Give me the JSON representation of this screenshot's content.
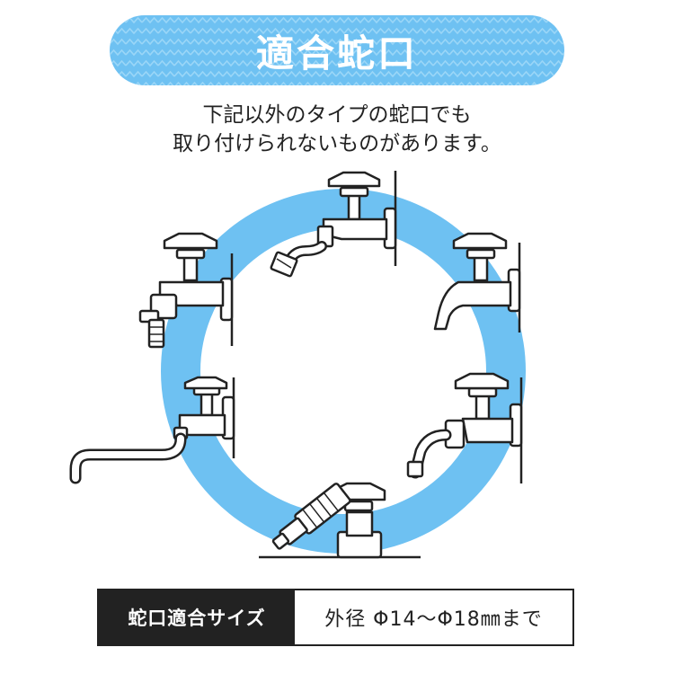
{
  "banner": {
    "title": "適合蛇口",
    "color": "#6ec1f2"
  },
  "description": {
    "line1": "下記以外のタイプの蛇口でも",
    "line2": "取り付けられないものがあります。"
  },
  "illustration": {
    "ring_color": "#6ec1f2",
    "icons": [
      "faucet-icon",
      "faucet-icon",
      "faucet-icon",
      "faucet-icon",
      "faucet-icon",
      "faucet-icon"
    ]
  },
  "size_table": {
    "label": "蛇口適合サイズ",
    "value": "外径 Φ14～Φ18㎜まで"
  }
}
